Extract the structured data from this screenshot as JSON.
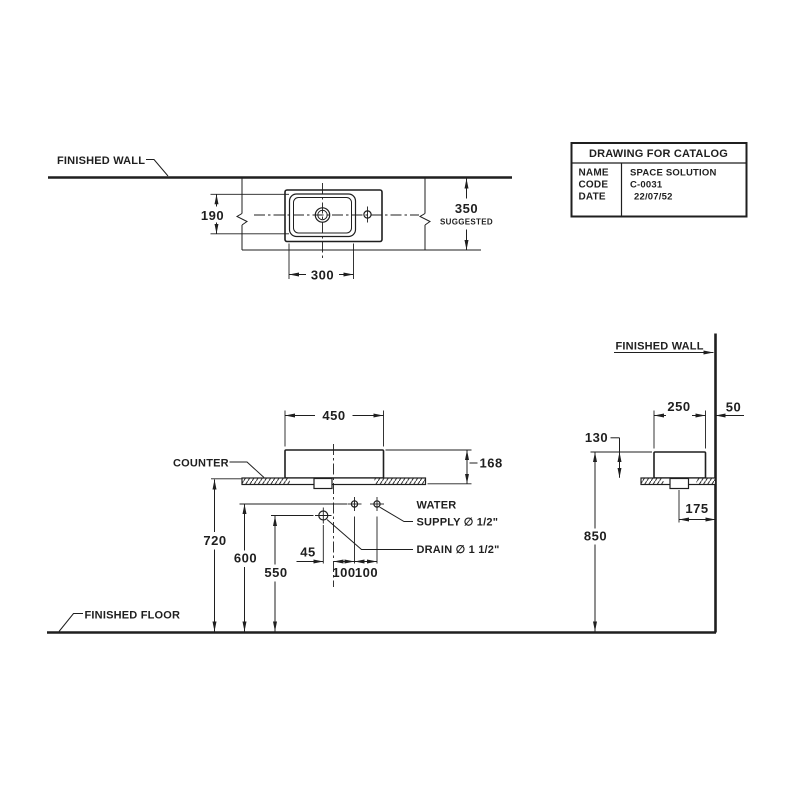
{
  "drawing": {
    "line_color": "#1f1f1f",
    "background_color": "#ffffff"
  },
  "title_block": {
    "header": "DRAWING FOR CATALOG",
    "name_label": "NAME",
    "name_value": "SPACE SOLUTION",
    "code_label": "CODE",
    "code_value": "C-0031",
    "date_label": "DATE",
    "date_value": "22/07/52"
  },
  "plan": {
    "wall_label": "FINISHED WALL",
    "dim_bowl_depth": "190",
    "dim_bowl_width": "300",
    "dim_counter_depth": "350",
    "dim_counter_depth_note": "SUGGESTED"
  },
  "front": {
    "counter_label": "COUNTER",
    "floor_label": "FINISHED FLOOR",
    "dim_basin_width": "450",
    "dim_basin_height": "168",
    "dim_rim_height": "720",
    "dim_supply_height": "600",
    "dim_drain_height": "550",
    "dim_drain_offset": "45",
    "dim_supply_spacing_a": "100",
    "dim_supply_spacing_b": "100",
    "water_supply_label_1": "WATER",
    "water_supply_label_2": "SUPPLY ∅ 1/2\"",
    "drain_label": "DRAIN ∅ 1 1/2\""
  },
  "side": {
    "wall_label": "FINISHED WALL",
    "dim_basin_depth": "250",
    "dim_wall_gap": "50",
    "dim_basin_height": "130",
    "dim_rim_height": "850",
    "dim_drain_from_wall": "175"
  }
}
